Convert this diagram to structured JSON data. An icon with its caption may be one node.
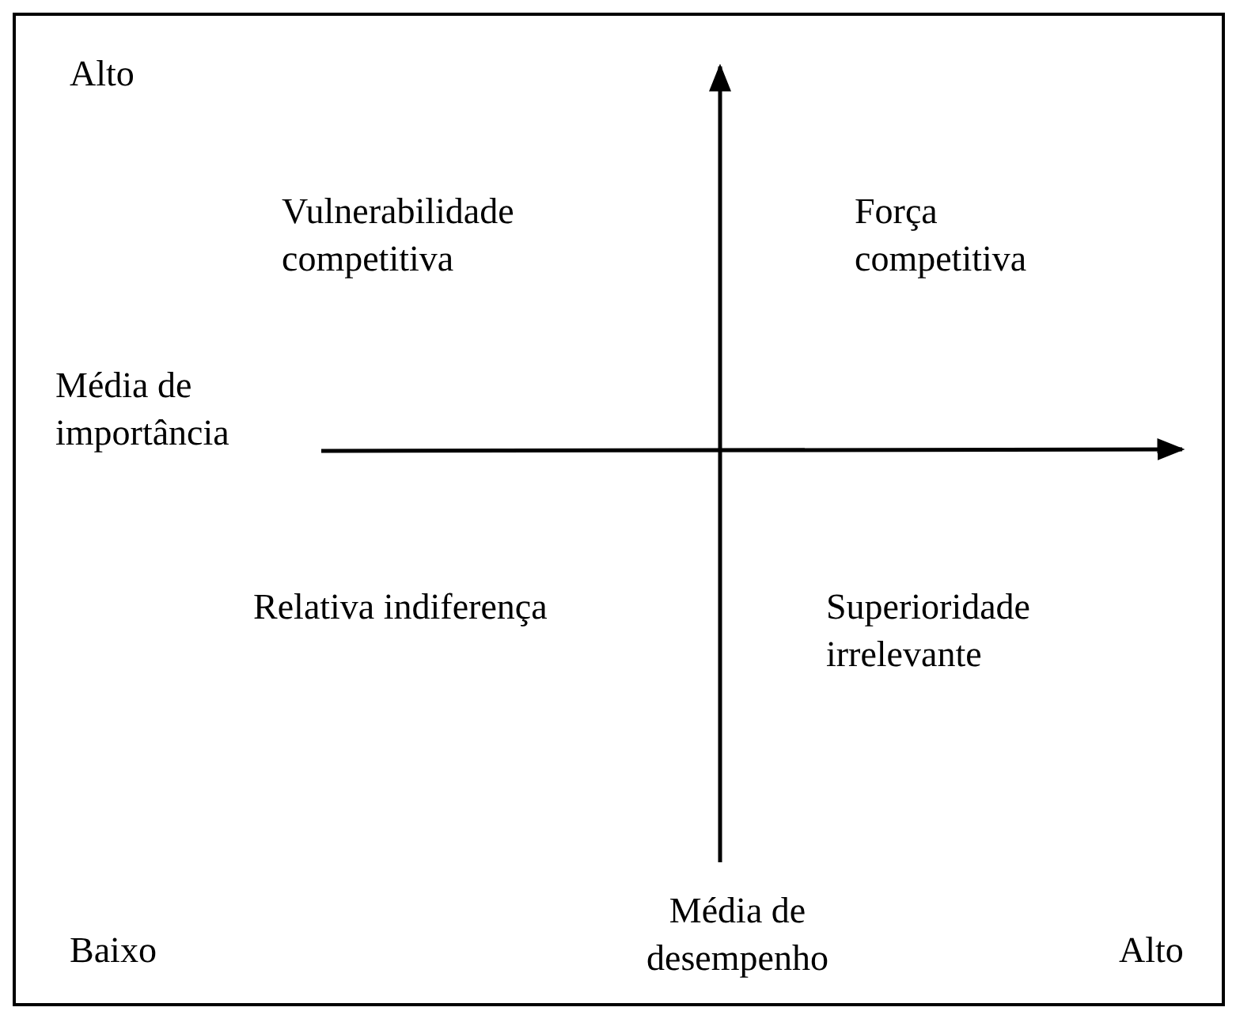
{
  "diagram": {
    "labels": [
      "Alto",
      "Vulnerabilidade competitiva",
      "Força competitiva",
      "Média de importância",
      "Relativa indiferença",
      "Superioridade irrelevante",
      "Baixo",
      "Média de desempenho",
      "Alto"
    ]
  }
}
